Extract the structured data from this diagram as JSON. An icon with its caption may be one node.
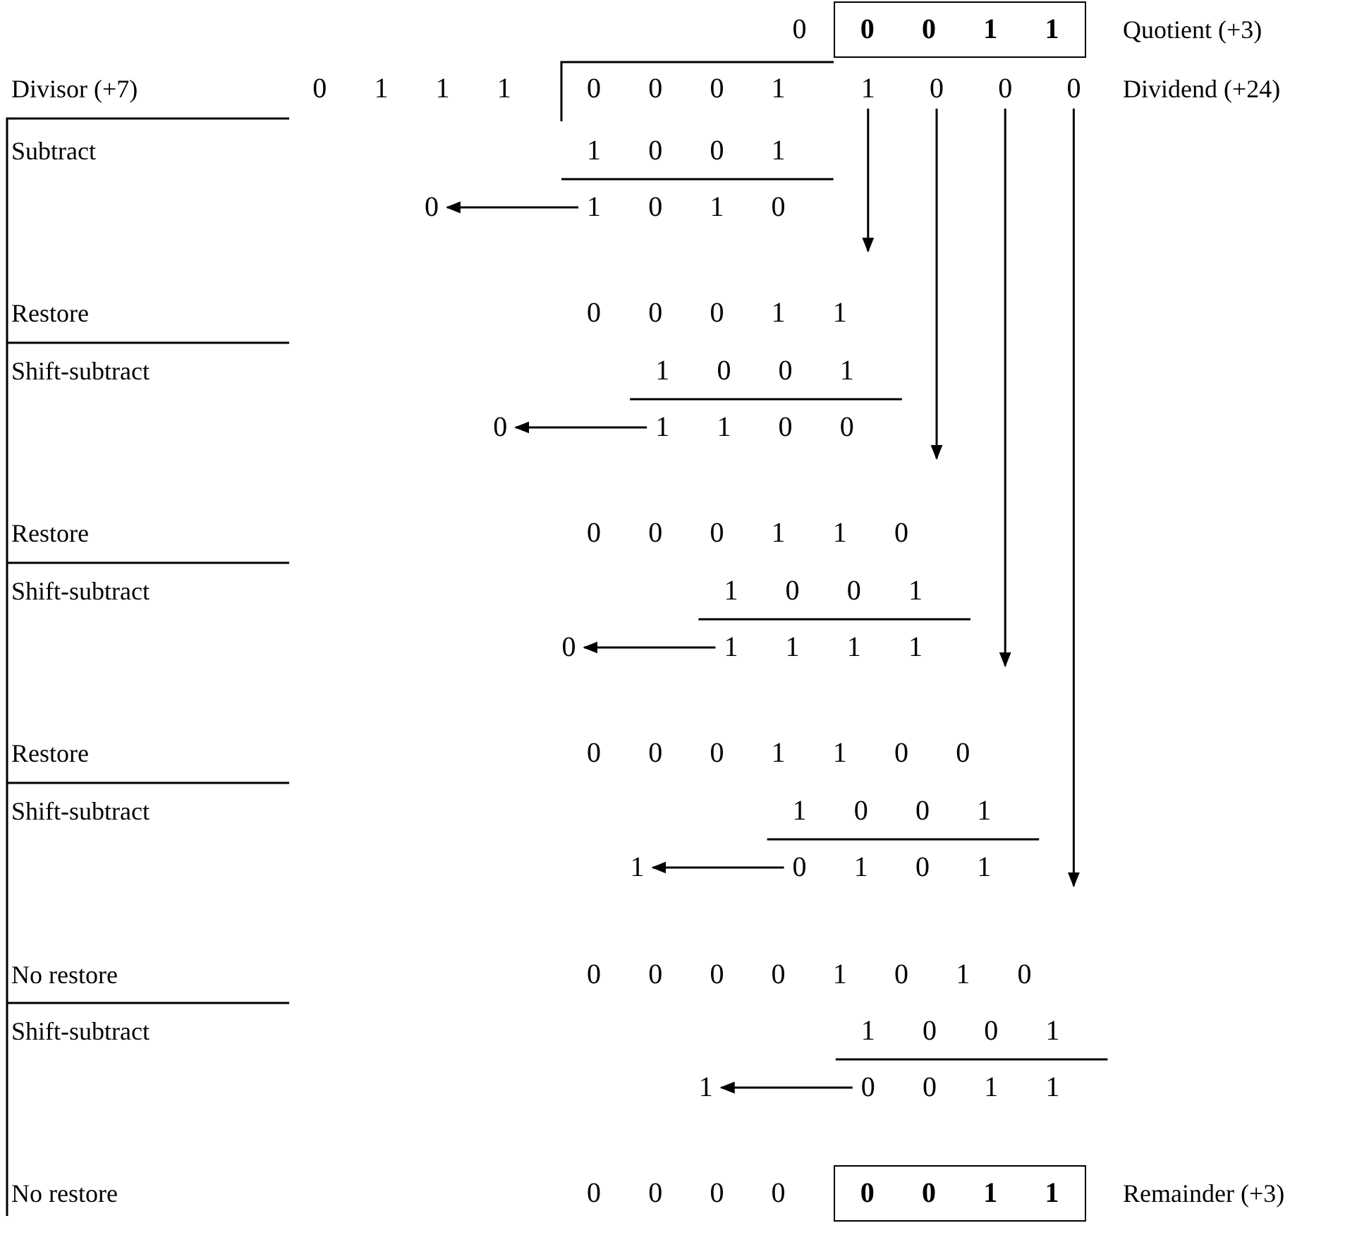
{
  "diagram": {
    "nodes": [
      {
        "text": [
          "1"
        ]
      },
      {
        "text": [
          "0"
        ]
      },
      {
        "text": [
          "0"
        ]
      },
      {
        "text": [
          "0"
        ]
      },
      {
        "text": [
          "1 0 1 0"
        ]
      },
      {
        "text": [
          "0"
        ]
      },
      {
        "text": [
          "1 1 0 0"
        ]
      },
      {
        "text": [
          "0"
        ]
      },
      {
        "text": [
          "1 1 1 1"
        ]
      },
      {
        "text": [
          "0"
        ]
      },
      {
        "text": [
          "0 1 0 1"
        ]
      },
      {
        "text": [
          "1"
        ]
      },
      {
        "text": [
          "0 0 1 1"
        ]
      },
      {
        "text": [
          "1"
        ]
      }
    ],
    "edges": [
      {
        "from": 0,
        "to": null,
        "arrow": "to"
      },
      {
        "from": 1,
        "to": null,
        "arrow": "to"
      },
      {
        "from": 2,
        "to": null,
        "arrow": "to"
      },
      {
        "from": 3,
        "to": null,
        "arrow": "to"
      },
      {
        "from": 4,
        "to": 5,
        "arrow": "to"
      },
      {
        "from": 6,
        "to": 7,
        "arrow": "to"
      },
      {
        "from": 8,
        "to": 9,
        "arrow": "to"
      },
      {
        "from": 10,
        "to": 11,
        "arrow": "to"
      },
      {
        "from": 12,
        "to": 13,
        "arrow": "to"
      }
    ],
    "labels": [
      "0",
      "0 0 1 1",
      "Quotient (+3)",
      "Divisor (+7)",
      "0 1 1 1",
      "0 0 0 1",
      "Dividend (+24)",
      "Subtract",
      "1 0 0 1",
      "Restore",
      "0 0 0 1 1",
      "Shift-subtract",
      "1 0 0 1",
      "Restore",
      "0 0 0 1 1 0",
      "Shift-subtract",
      "1 0 0 1",
      "Restore",
      "0 0 0 1 1 0 0",
      "Shift-subtract",
      "1 0 0 1",
      "No restore",
      "0 0 0 0 1 0 1 0",
      "Shift-subtract",
      "1 0 0 1",
      "No restore",
      "0 0 0 0",
      "0 0 1 1",
      "Remainder (+3)"
    ]
  }
}
